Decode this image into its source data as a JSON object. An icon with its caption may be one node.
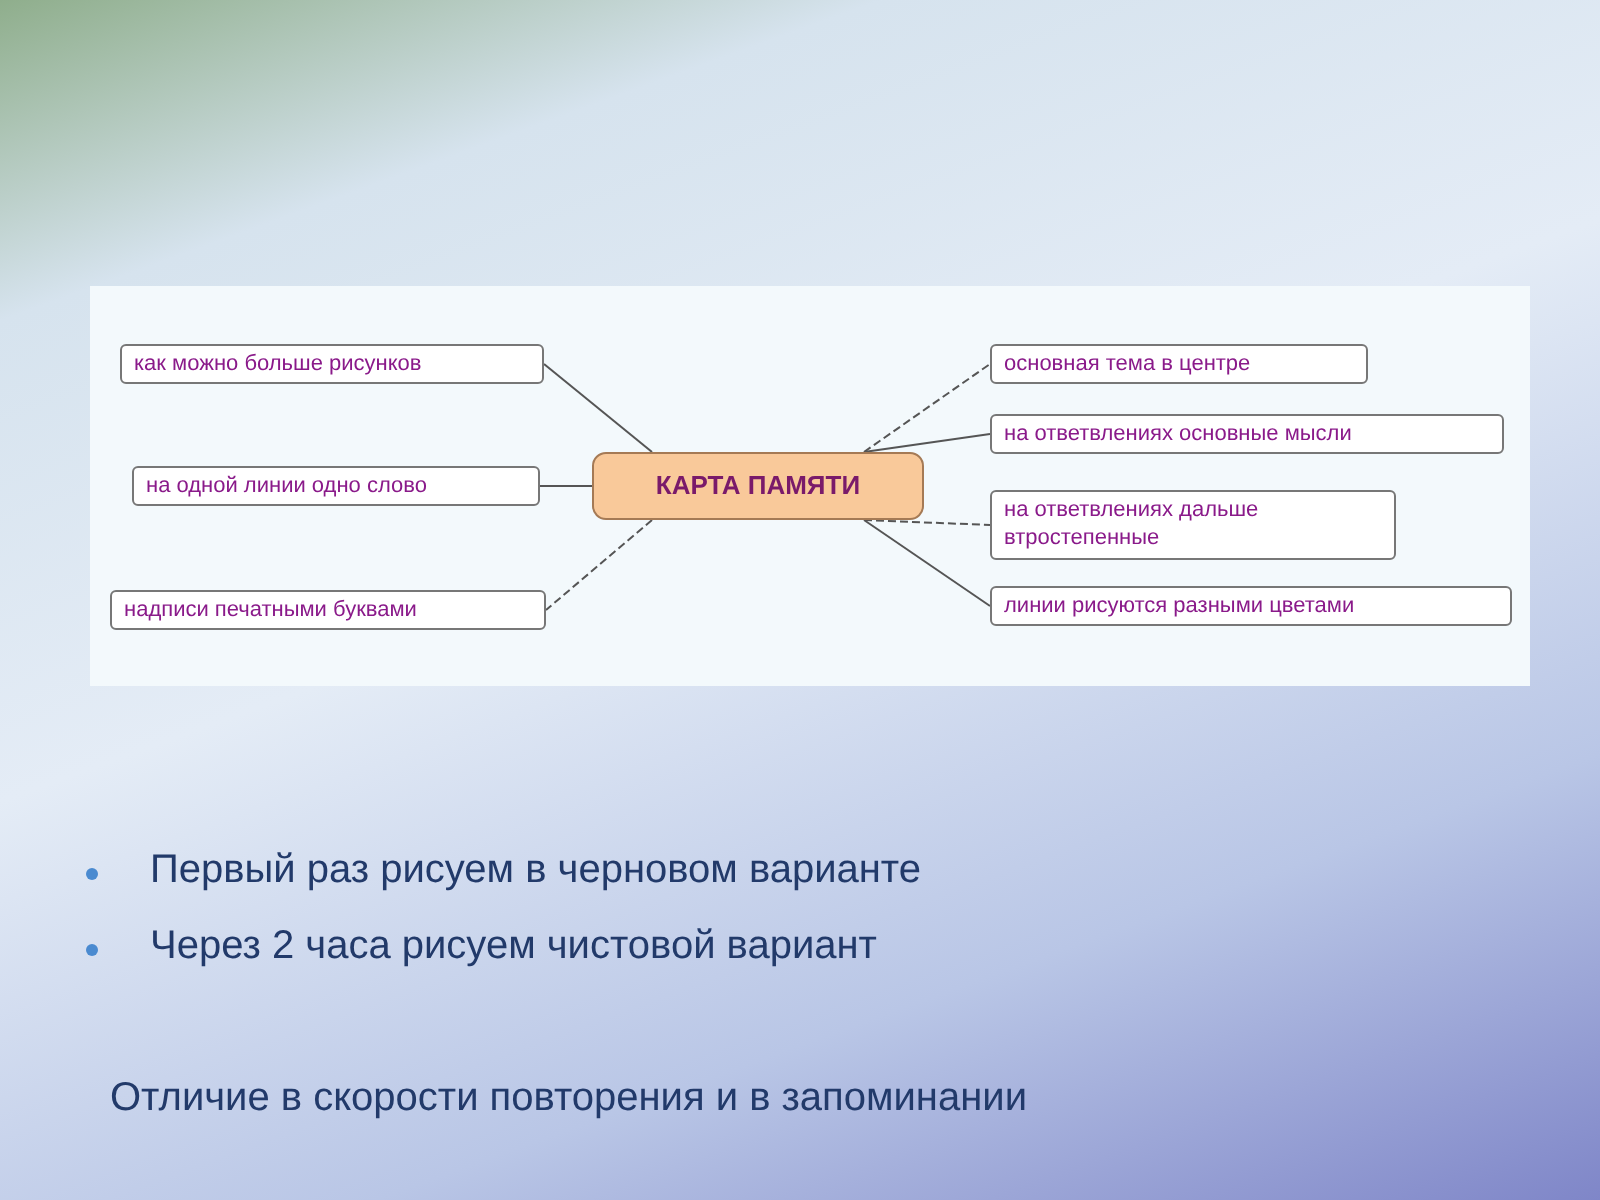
{
  "diagram": {
    "nodes": [
      {
        "text": [
          "КАРТА ПАМЯТИ"
        ]
      },
      {
        "text": [
          "как можно больше рисунков"
        ]
      },
      {
        "text": [
          "на одной линии одно слово"
        ]
      },
      {
        "text": [
          "надписи печатными буквами"
        ]
      },
      {
        "text": [
          "основная тема в центре"
        ]
      },
      {
        "text": [
          "на ответвлениях основные мысли"
        ]
      },
      {
        "text": [
          "на ответвлениях дальше втростепенные"
        ]
      },
      {
        "text": [
          "линии рисуются разными цветами"
        ]
      }
    ],
    "edges": [
      {
        "from": 0,
        "to": 1,
        "arrow": "none"
      },
      {
        "from": 0,
        "to": 2,
        "arrow": "none"
      },
      {
        "from": 0,
        "to": 3,
        "arrow": "none",
        "style": "dashed"
      },
      {
        "from": 0,
        "to": 4,
        "arrow": "none",
        "style": "dashed"
      },
      {
        "from": 0,
        "to": 5,
        "arrow": "none"
      },
      {
        "from": 0,
        "to": 6,
        "arrow": "none",
        "style": "dashed"
      },
      {
        "from": 0,
        "to": 7,
        "arrow": "none"
      }
    ],
    "labels": [
      "Первый раз рисуем в черновом варианте",
      "Через 2 часа рисуем чистовой вариант",
      "Отличие в скорости повторения и в запоминании"
    ]
  }
}
